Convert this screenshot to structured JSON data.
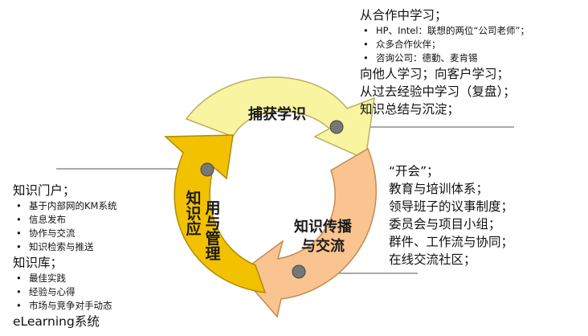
{
  "segments": {
    "capture": "捕获学识",
    "spread": "知识传播\n与交流",
    "apply": "知识应用与管理"
  },
  "top_block": {
    "heading": "从合作中学习；",
    "bullets": [
      "HP、Intel：联想的两位“公司老师”；",
      "众多合作伙伴；",
      "咨询公司：德勤、麦肯锡"
    ],
    "lines": [
      "向他人学习；向客户学习；",
      "从过去经验中学习（复盘）；",
      "知识总结与沉淀；"
    ]
  },
  "right_block": {
    "lines": [
      "“开会”；",
      "教育与培训体系；",
      "领导班子的议事制度；",
      "委员会与项目小组；",
      "群件、工作流与协同；",
      "在线交流社区；"
    ]
  },
  "left_block": {
    "portal_heading": "知识门户；",
    "portal_bullets": [
      "基于内部网的KM系统",
      "信息发布",
      "协作与交流",
      "知识检索与推送"
    ],
    "library_heading": "知识库；",
    "library_bullets": [
      "最佳实践",
      "经验与心得",
      "市场与竞争对手动态"
    ],
    "footer": "eLearning系统"
  },
  "colors": {
    "capture": "#f8f4a0",
    "spread": "#f9c48f",
    "apply": "#f2c200",
    "dot": "#777777"
  }
}
